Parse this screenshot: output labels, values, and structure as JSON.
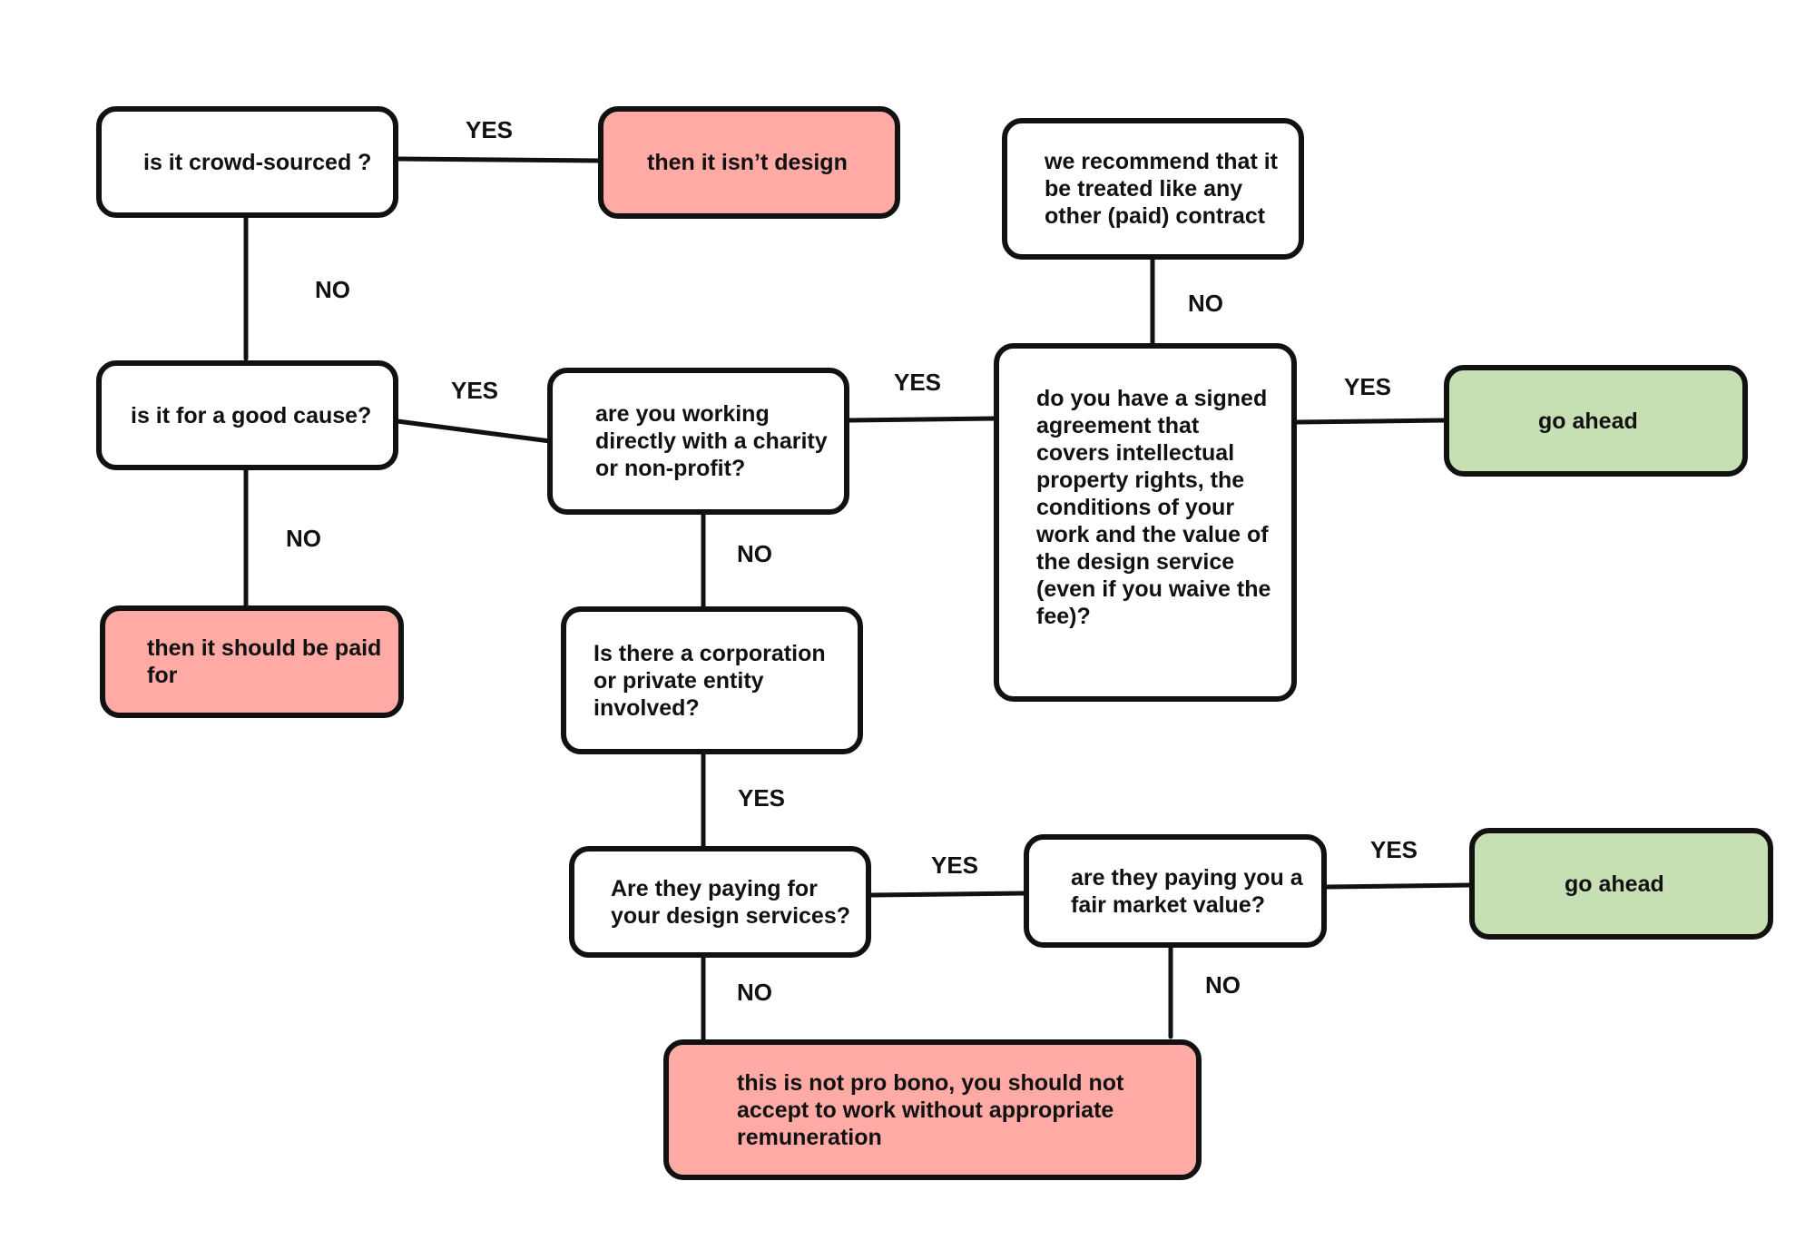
{
  "colors": {
    "stop": "#ffaaa5",
    "go": "#c6e0b4",
    "outline": "#111111"
  },
  "nodes": {
    "crowd": "is it crowd-sourced ?",
    "not_design": "then it isn’t design",
    "good_cause": "is it for a good cause?",
    "paid_for": "then it should be paid for",
    "charity": "are you working directly with a charity or non-profit?",
    "corporation": "Is there a corporation or private entity involved?",
    "paying": "Are they paying for your design services?",
    "fair_value": "are they paying you a fair market value?",
    "go_ahead_bottom": "go ahead",
    "not_pro_bono": "this is not pro bono, you should not accept to work without appropriate remuneration",
    "agreement": "do you have a signed agreement that covers intellectual property rights, the conditions of your work and the value of the design service (even if you waive the fee)?",
    "recommend": "we recommend that it be treated like any other (paid) contract",
    "go_ahead_top": "go ahead"
  },
  "edge_labels": {
    "crowd_yes": "YES",
    "crowd_no": "NO",
    "cause_yes": "YES",
    "cause_no": "NO",
    "charity_yes": "YES",
    "charity_no": "NO",
    "corp_yes": "YES",
    "paying_yes": "YES",
    "paying_no": "NO",
    "fair_yes": "YES",
    "fair_no": "NO",
    "agreement_yes": "YES",
    "agreement_no": "NO"
  }
}
